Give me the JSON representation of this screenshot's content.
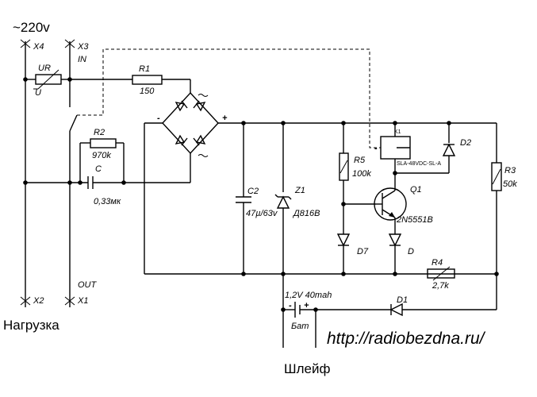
{
  "title": "~220v",
  "labels": {
    "x4": "X4",
    "x3": "X3",
    "in": "IN",
    "x2": "X2",
    "x1": "X1",
    "out": "OUT",
    "ur": "UR",
    "u": "U",
    "r1": "R1",
    "r1_val": "150",
    "r2": "R2",
    "r2_val": "970k",
    "c": "C",
    "c_val": "0,33мк",
    "minus": "-",
    "plus": "+",
    "c2": "C2",
    "c2_val": "47µ/63v",
    "z1": "Z1",
    "z1_val": "Д816В",
    "k1": "K1",
    "relay_model": "SLA-48VDC-SL-A",
    "d2": "D2",
    "r5": "R5",
    "r5_val": "100k",
    "q1": "Q1",
    "q1_val": "2N5551B",
    "r3": "R3",
    "r3_val": "50k",
    "d7": "D7",
    "d": "D",
    "r4": "R4",
    "r4_val": "2,7k",
    "d1": "D1",
    "bat_spec": "1,2V 40mah",
    "bat": "Бат",
    "bat_minus": "-",
    "bat_plus": "+"
  },
  "captions": {
    "load": "Нагрузка",
    "loop": "Шлейф",
    "url": "http://radiobezdna.ru/"
  }
}
